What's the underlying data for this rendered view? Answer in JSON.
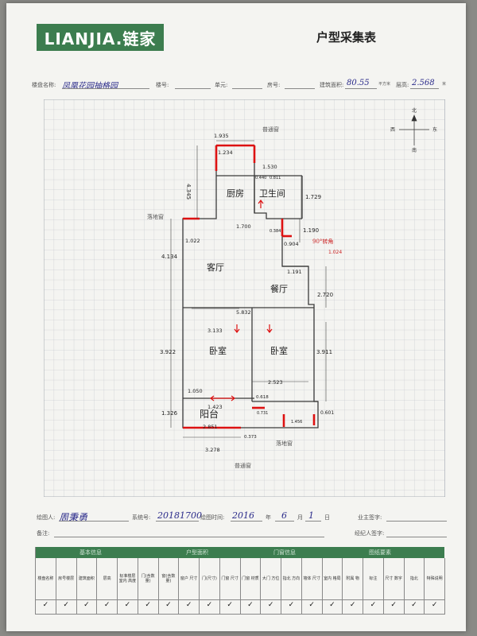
{
  "header": {
    "logo": "LIANJIA.链家",
    "title": "户型采集表"
  },
  "info": {
    "community_label": "楼盘名称:",
    "community_value": "凤凰花园抽格园",
    "building_label": "楼号:",
    "unit_label": "单元:",
    "room_label": "房号:",
    "area_label": "建筑面积:",
    "area_value": "80.55",
    "area_unit": "平方米",
    "height_label": "层高:",
    "height_value": "2.568",
    "height_unit": "米"
  },
  "compass": {
    "north": "北",
    "south": "南",
    "east": "东",
    "west": "西"
  },
  "floorplan": {
    "rooms": {
      "kitchen": "厨房",
      "bath": "卫生间",
      "living": "客厅",
      "dining": "餐厅",
      "bed_left": "卧室",
      "bed_right": "卧室",
      "balcony": "阳台"
    },
    "dims": {
      "d1935": "1.935",
      "d1234": "1.234",
      "d1530": "1.530",
      "d4345": "4.345",
      "d0440": "0.440",
      "d0811": "0.811",
      "d1729": "1.729",
      "d1700": "1.700",
      "d1190": "1.190",
      "d1022": "1.022",
      "d0384": "0.384",
      "d0904": "0.904",
      "d1024": "1.024",
      "d4134": "4.134",
      "d1191": "1.191",
      "d2720": "2.720",
      "d5832": "5.832",
      "d3133": "3.133",
      "d3922": "3.922",
      "d3911": "3.911",
      "d2523": "2.523",
      "d1050": "1.050",
      "d0618": "0.618",
      "d1423": "1.423",
      "d1326": "1.326",
      "d0731": "0.731",
      "d0601": "0.601",
      "d2851": "2.851",
      "d1456": "1.456",
      "d0373": "0.373",
      "d3278": "3.278"
    },
    "notes": {
      "n_top": "普通窗",
      "n_left": "落地窗",
      "n_right": "落地窗",
      "n_bottom": "普通窗",
      "n_angle": "90°转角"
    }
  },
  "footer": {
    "drawer_label": "绘图人:",
    "drawer_value": "周秉勇",
    "system_label": "系统号:",
    "system_value": "20181700",
    "date_label": "绘图时间:",
    "year": "2016",
    "year_label": "年",
    "month": "6",
    "month_label": "月",
    "day": "1",
    "day_label": "日",
    "owner_label": "业主签字:",
    "remark_label": "备注:",
    "agent_label": "经纪人签字:"
  },
  "checklist": {
    "groups": [
      "基本信息",
      "户型面积",
      "门窗信息",
      "图纸要素"
    ],
    "items": [
      "楼盘名称",
      "房号楼层",
      "建筑面积",
      "层高",
      "标准楼层 室内 高度",
      "门(含数量)",
      "窗(含数量)",
      "窗户 尺寸",
      "门(尺寸)",
      "门窗 尺寸",
      "门窗 材质",
      "大门 方位",
      "指北 方向",
      "墙体 尺寸",
      "室内 格局",
      "附属 物",
      "标注",
      "尺寸 数字",
      "指北",
      "特殊说明"
    ],
    "marks": [
      "✓",
      "✓",
      "✓",
      "✓",
      "✓",
      "✓",
      "✓",
      "✓",
      "✓",
      "✓",
      "✓",
      "✓",
      "✓",
      "✓",
      "✓",
      "✓",
      "✓",
      "✓",
      "✓",
      "✓"
    ]
  }
}
